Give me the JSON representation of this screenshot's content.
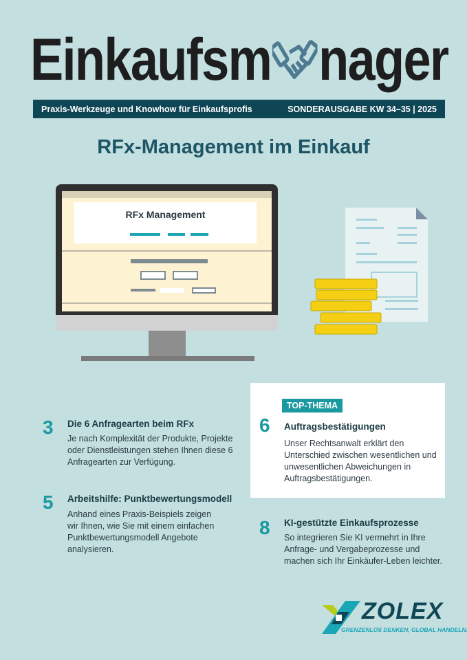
{
  "masthead": {
    "part1": "Einkaufsm",
    "part2": "nager",
    "logo_icon": "handshake-icon"
  },
  "band": {
    "tagline": "Praxis-Werkzeuge und Knowhow für Einkaufsprofis",
    "issue": "SONDERAUSGABE KW 34–35 | 2025"
  },
  "headline": "RFx-Management im Einkauf",
  "illustration": {
    "screen_title": "RFx Management"
  },
  "articles": [
    {
      "page": "3",
      "title": "Die 6 Anfragearten beim RFx",
      "text": "Je nach Komplexität der Produkte, Projekte oder Dienstleistungen stehen Ihnen diese 6 Anfragearten zur Verfügung."
    },
    {
      "page": "5",
      "title": "Arbeitshilfe: Punktbewertungsmodell",
      "text": "Anhand eines Praxis-Beispiels zeigen wir Ihnen, wie Sie mit einem einfachen Punktbewertungsmodell Angebote analysieren."
    },
    {
      "page": "6",
      "badge": "TOP-THEMA",
      "title": "Auftragsbestätigungen",
      "text": "Unser Rechtsanwalt erklärt den Unterschied zwischen wesentlichen und unwesentlichen Abweichungen in Auftragsbestätigungen."
    },
    {
      "page": "8",
      "title": "KI-gestützte Einkaufsprozesse",
      "text": "So integrieren Sie KI vermehrt in Ihre Anfrage- und Vergabeprozesse und machen sich Ihr Einkäufer-Leben leichter."
    }
  ],
  "sponsor": {
    "name": "ZOLEX",
    "slogan": "GRENZENLOS DENKEN, GLOBAL HANDELN."
  }
}
